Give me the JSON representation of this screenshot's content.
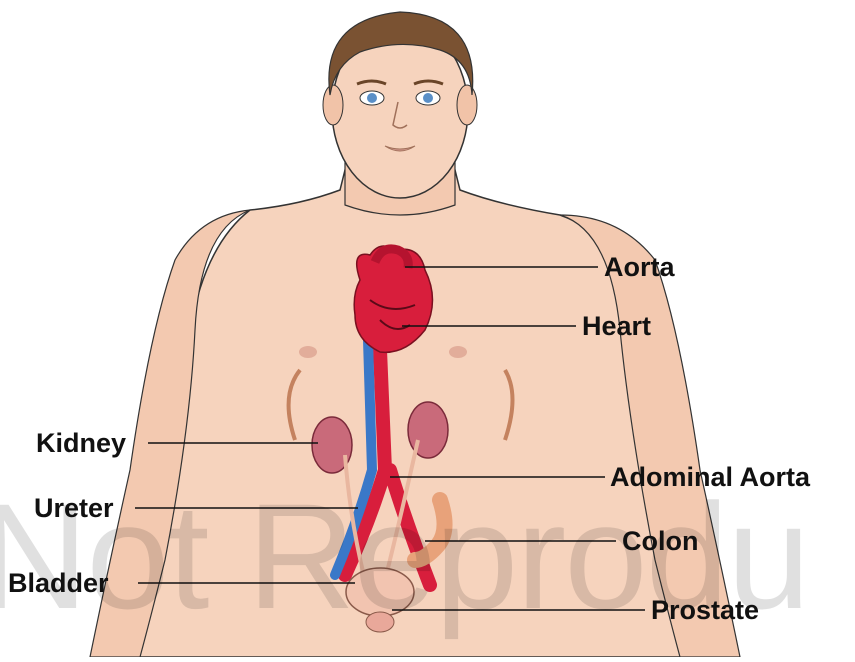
{
  "labels": {
    "aorta": "Aorta",
    "heart": "Heart",
    "kidney": "Kidney",
    "abdominal_aorta": "Adominal Aorta",
    "ureter": "Ureter",
    "colon": "Colon",
    "bladder": "Bladder",
    "prostate": "Prostate"
  },
  "watermark": "Not Reprodu",
  "colors": {
    "skin": "#f6d3bd",
    "skin_shadow": "#e8b79c",
    "hair": "#7a5232",
    "artery": "#d81e3c",
    "vein": "#3a78c8",
    "kidney": "#c96a7a",
    "colon": "#e8a27a"
  }
}
